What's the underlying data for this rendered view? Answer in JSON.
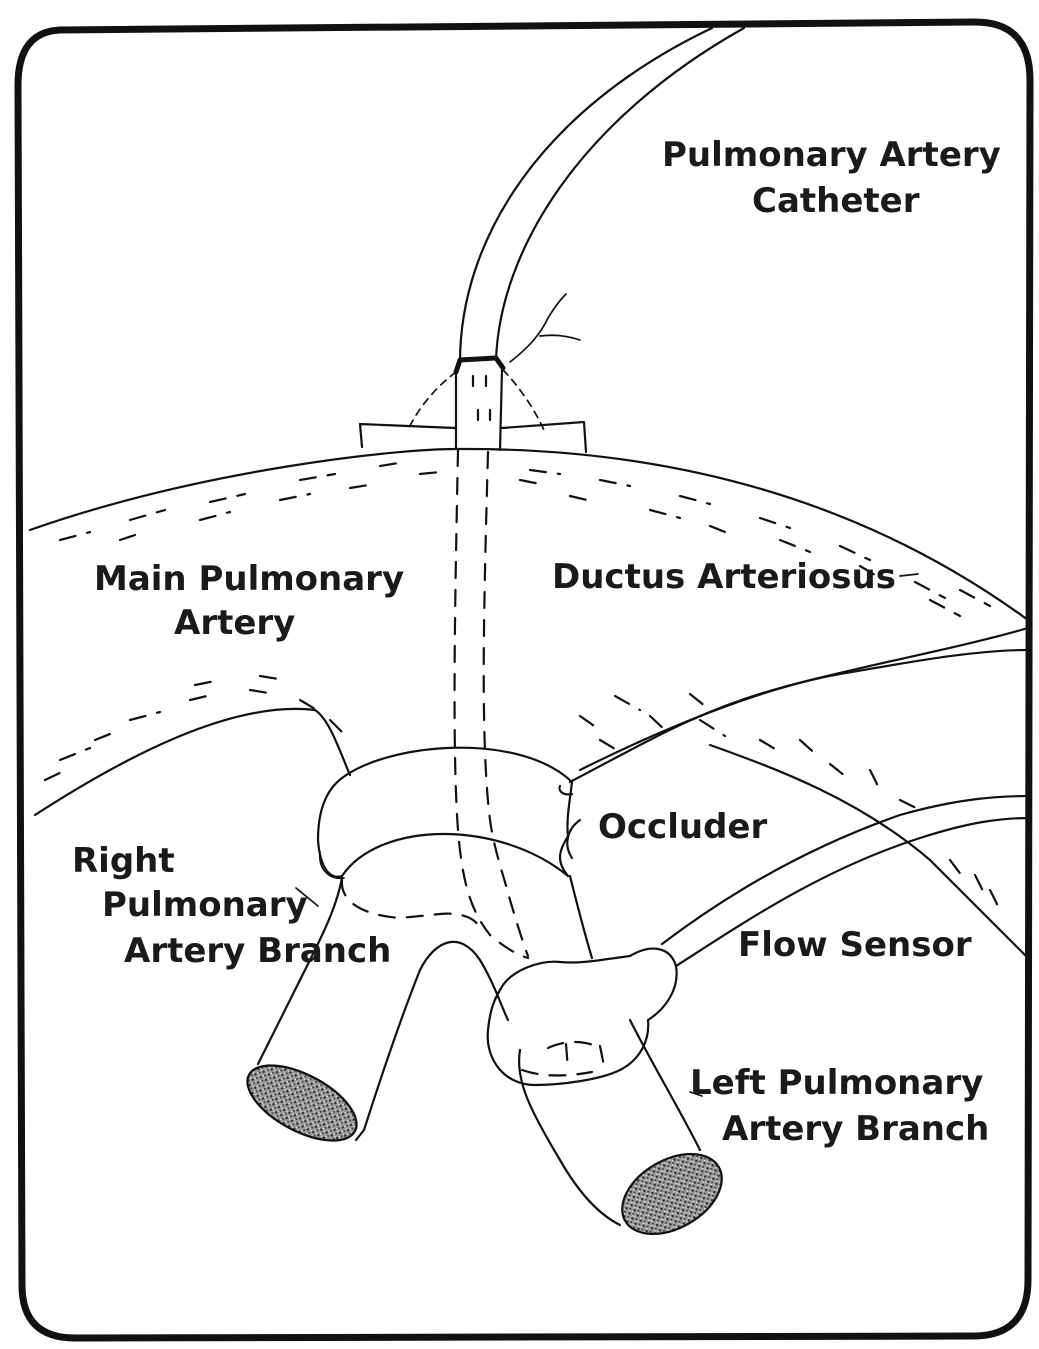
{
  "labels": {
    "pulmonary_artery_catheter": [
      "Pulmonary Artery",
      "Catheter"
    ],
    "main_pulmonary_artery": [
      "Main Pulmonary",
      "Artery"
    ],
    "ductus_arteriosus": "Ductus Arteriosus",
    "occluder": "Occluder",
    "right_pulmonary_artery_branch": [
      "Right",
      "Pulmonary",
      "Artery Branch"
    ],
    "flow_sensor": "Flow Sensor",
    "left_pulmonary_artery_branch": [
      "Left Pulmonary",
      "Artery Branch"
    ]
  },
  "colors": {
    "ink": "#111111",
    "paper": "#ffffff"
  }
}
